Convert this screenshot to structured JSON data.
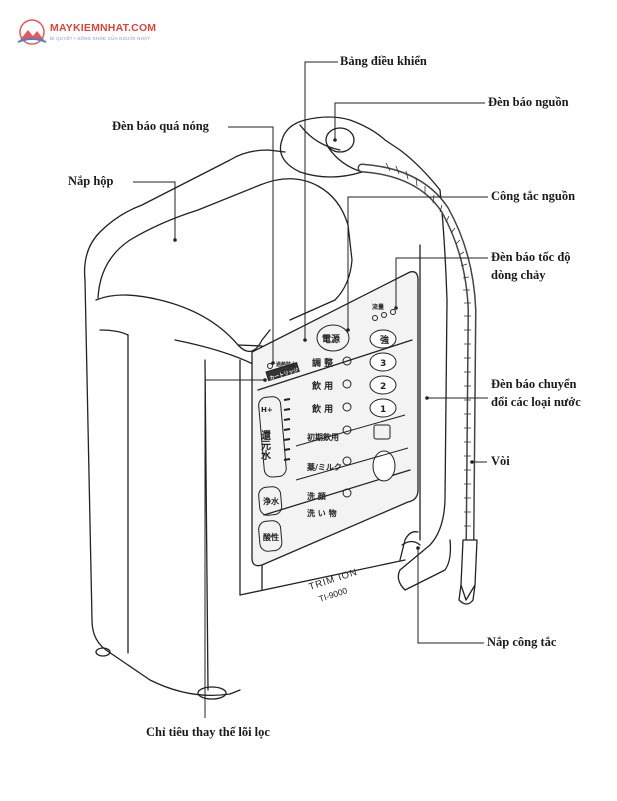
{
  "watermark": {
    "site": "MAYKIEMNHAT.COM",
    "tagline": "BÍ QUYẾT • SỐNG KHỎE CỦA NGƯỜI NHẬT"
  },
  "labels": {
    "control_panel": "Bảng điều khiển",
    "power_indicator": "Đèn báo nguồn",
    "overheat_indicator": "Đèn báo quá nóng",
    "cover": "Nắp hộp",
    "power_switch": "Công tắc nguồn",
    "flow_rate_indicator_1": "Đèn báo tốc độ",
    "flow_rate_indicator_2": "dòng chảy",
    "water_mode_indicator_1": "Đèn báo chuyển",
    "water_mode_indicator_2": "đổi các loại nước",
    "faucet": "Vòi",
    "switch_cover": "Nắp công tắc",
    "filter_replacement_indicator": "Chỉ tiêu thay thế lõi lọc"
  },
  "device": {
    "brand": "TRIM ION",
    "model": "TI-9000",
    "power_button": "電源",
    "flow_label": "流量",
    "overheat_label": "過熱防止",
    "filter_label": "カートリッジ",
    "hplus": "H+",
    "reduced_water": "還元水",
    "purified_water": "浄水",
    "acid_water": "酸性",
    "modes": [
      "調 整",
      "飲 用",
      "飲 用",
      "初期飲用",
      "薬/ミルク",
      "洗 顔",
      "洗 い 物"
    ],
    "mode_buttons": [
      "強",
      "3",
      "2",
      "1"
    ]
  }
}
